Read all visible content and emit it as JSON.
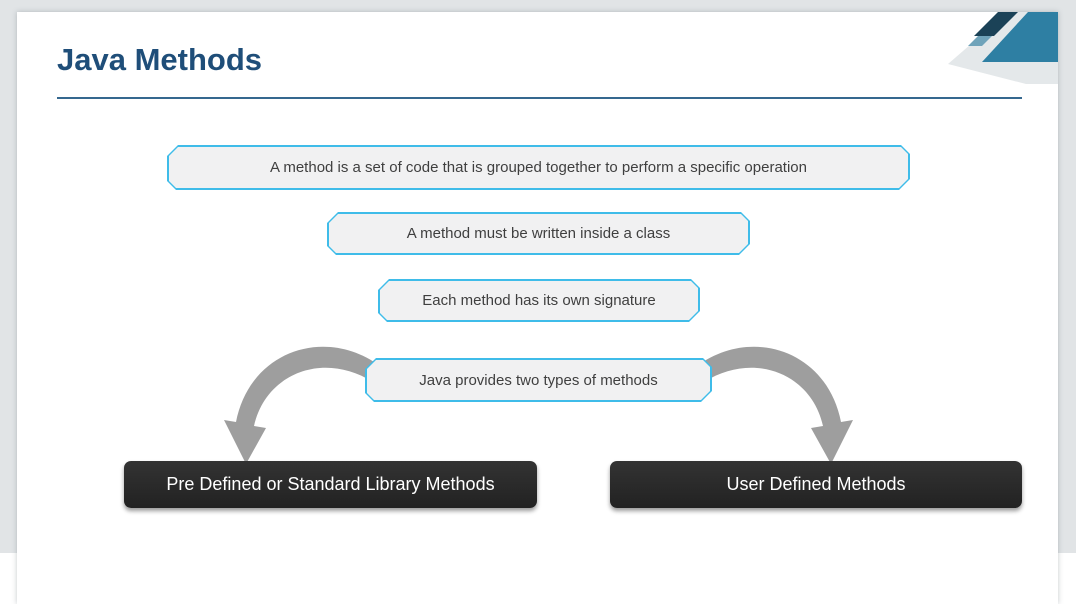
{
  "slide": {
    "title": "Java Methods",
    "statements": [
      "A method is a set of code that is grouped together to perform a specific operation",
      "A method must be written inside a class",
      "Each method has its own signature",
      "Java provides two types of methods"
    ],
    "method_types": [
      {
        "label": "Pre Defined or Standard Library Methods"
      },
      {
        "label": "User Defined Methods"
      }
    ],
    "icons": [
      "corner-decoration",
      "curved-arrow-left",
      "curved-arrow-right"
    ],
    "colors": {
      "title_text": "#1f4e79",
      "title_underline": "#35688f",
      "chip_border": "#3fbce9",
      "chip_fill": "#f1f1f2",
      "chip_text": "#3f3f3f",
      "dark_box_fill": "#262626",
      "dark_box_text": "#ffffff",
      "arrow": "#9e9e9e",
      "backdrop": "#e1e4e6",
      "decor_navy": "#1b4257",
      "decor_teal": "#2e7fa3",
      "decor_light_teal": "#6fa3ba",
      "decor_pale": "#e4e8ea"
    }
  }
}
